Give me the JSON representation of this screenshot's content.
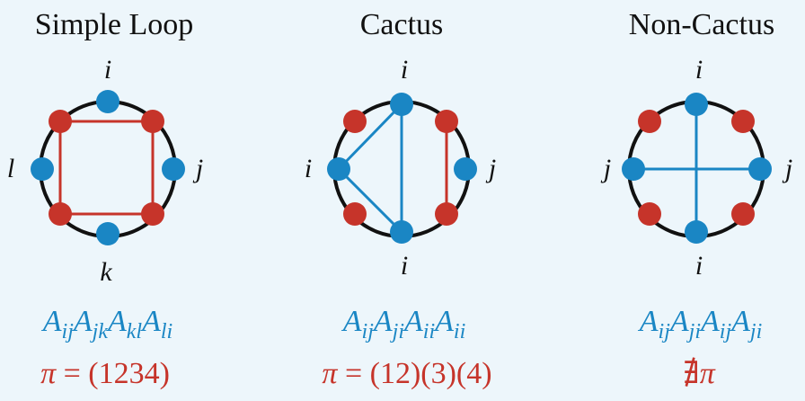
{
  "colors": {
    "background": "#edf6fb",
    "circle": "#111111",
    "blue": "#1a86c4",
    "red": "#c6342a",
    "text": "#111111"
  },
  "panels": [
    {
      "title": "Simple Loop",
      "labels": {
        "top": "i",
        "right": "j",
        "bottom": "k",
        "left": "l"
      },
      "formula": [
        {
          "base": "A",
          "sub": "ij"
        },
        {
          "base": "A",
          "sub": "jk"
        },
        {
          "base": "A",
          "sub": "kl"
        },
        {
          "base": "A",
          "sub": "li"
        }
      ],
      "permutation": {
        "symbol": "π",
        "rest": " = (1234)"
      }
    },
    {
      "title": "Cactus",
      "labels": {
        "top": "i",
        "right": "j",
        "bottom": "i",
        "left": "i"
      },
      "formula": [
        {
          "base": "A",
          "sub": "ij"
        },
        {
          "base": "A",
          "sub": "ji"
        },
        {
          "base": "A",
          "sub": "ii"
        },
        {
          "base": "A",
          "sub": "ii"
        }
      ],
      "permutation": {
        "symbol": "π",
        "rest": " = (12)(3)(4)"
      }
    },
    {
      "title": "Non-Cactus",
      "labels": {
        "top": "i",
        "right": "j",
        "bottom": "i",
        "left": "j"
      },
      "formula": [
        {
          "base": "A",
          "sub": "ij"
        },
        {
          "base": "A",
          "sub": "ji"
        },
        {
          "base": "A",
          "sub": "ij"
        },
        {
          "base": "A",
          "sub": "ji"
        }
      ],
      "permutation": {
        "prefix": "∄",
        "symbol": "π",
        "rest": ""
      }
    }
  ]
}
